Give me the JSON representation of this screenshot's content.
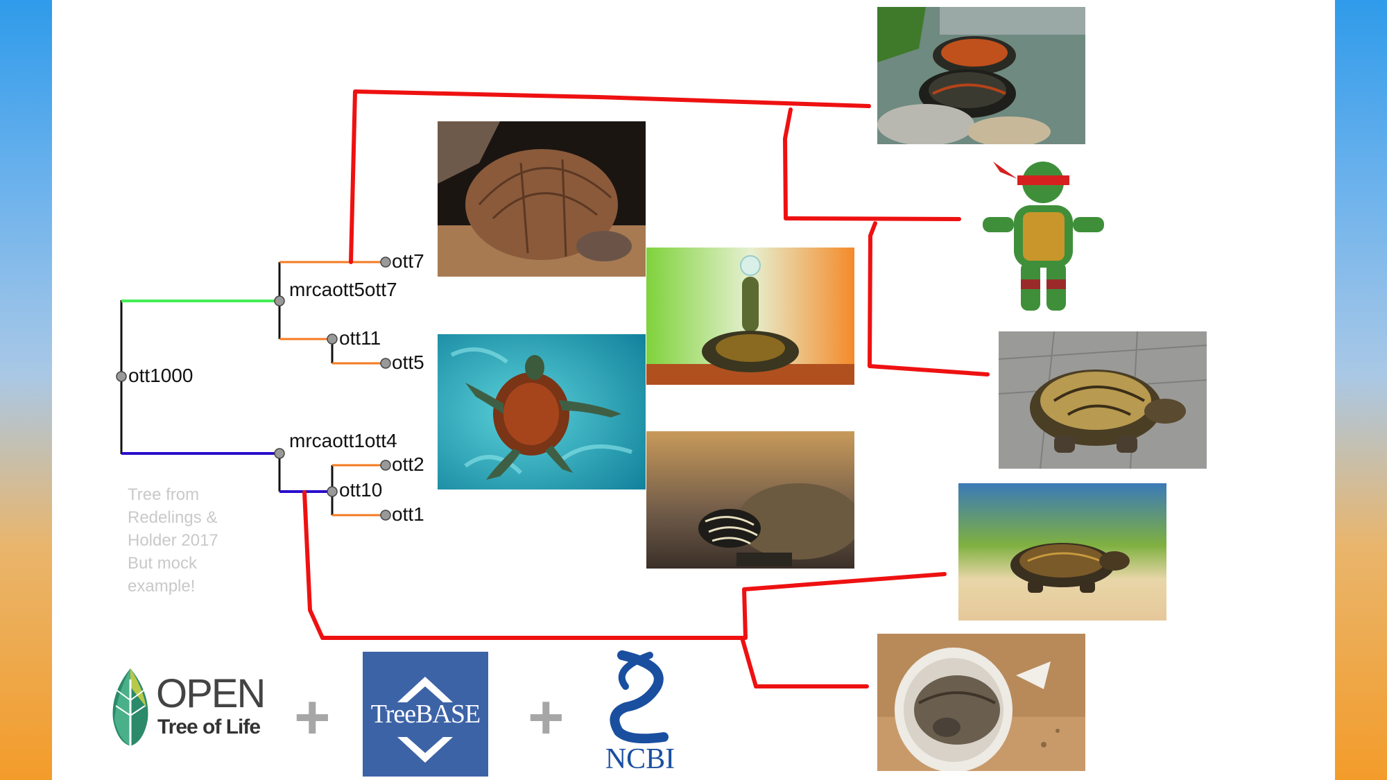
{
  "tree": {
    "nodes": [
      {
        "id": "ott1000",
        "label": "ott1000"
      },
      {
        "id": "mrcaott5ott7",
        "label": "mrcaott5ott7"
      },
      {
        "id": "mrcaott1ott4",
        "label": "mrcaott1ott4"
      },
      {
        "id": "ott7",
        "label": "ott7"
      },
      {
        "id": "ott11",
        "label": "ott11"
      },
      {
        "id": "ott5",
        "label": "ott5"
      },
      {
        "id": "ott2",
        "label": "ott2"
      },
      {
        "id": "ott10",
        "label": "ott10"
      },
      {
        "id": "ott1",
        "label": "ott1"
      }
    ],
    "branch_colors": {
      "root_upper": "#44ee55",
      "root_lower": "#2a0ecc",
      "terminal": "#f47a20",
      "internal": "#111111",
      "overlay": "#ee1111"
    }
  },
  "note": {
    "lines": [
      "Tree from",
      "Redelings &",
      "Holder 2017",
      "But mock",
      "example!"
    ]
  },
  "photos": [
    {
      "name": "photo-giant-tortoise"
    },
    {
      "name": "photo-sea-turtle"
    },
    {
      "name": "photo-slider-turtle-bubble"
    },
    {
      "name": "photo-map-turtle"
    },
    {
      "name": "photo-pond-turtles"
    },
    {
      "name": "photo-ninja-turtle-toy"
    },
    {
      "name": "photo-tortoise-pavement"
    },
    {
      "name": "photo-box-turtle-beach"
    },
    {
      "name": "photo-hatchling-egg"
    }
  ],
  "logos": {
    "open_tree": {
      "line1": "OPEN",
      "line2": "Tree of Life"
    },
    "treebase": {
      "text": "TreeBASE"
    },
    "ncbi": {
      "text": "NCBI"
    },
    "plus": "+"
  },
  "colors": {
    "band_top": "#2f9bea",
    "band_bottom": "#f39c2a",
    "treebase_bg": "#3d63a7",
    "ncbi_blue": "#1a4fa0"
  }
}
